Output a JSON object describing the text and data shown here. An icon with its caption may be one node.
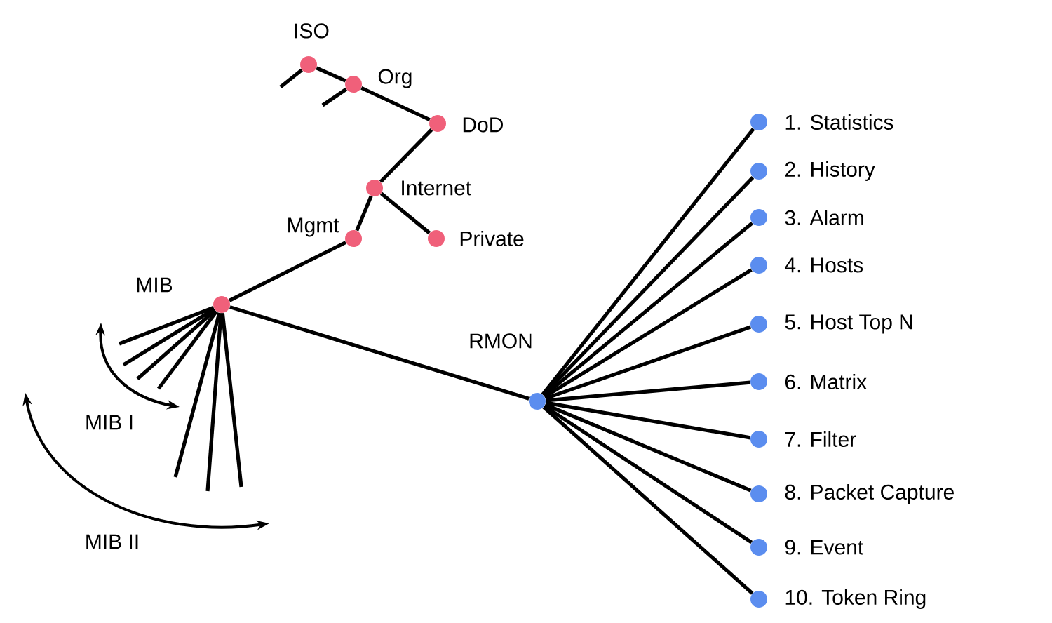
{
  "diagram": {
    "nodes": [
      {
        "text": [
          "ISO"
        ]
      },
      {
        "text": [
          "Org"
        ]
      },
      {
        "text": [
          "DoD"
        ]
      },
      {
        "text": [
          "Internet"
        ]
      },
      {
        "text": [
          "Mgmt"
        ]
      },
      {
        "text": [
          "Private"
        ]
      },
      {
        "text": [
          "MIB"
        ]
      },
      {
        "text": [
          "RMON"
        ]
      },
      {
        "text": [
          "1. Statistics"
        ]
      },
      {
        "text": [
          "2. History"
        ]
      },
      {
        "text": [
          "3. Alarm"
        ]
      },
      {
        "text": [
          "4. Hosts"
        ]
      },
      {
        "text": [
          "5. Host Top N"
        ]
      },
      {
        "text": [
          "6. Matrix"
        ]
      },
      {
        "text": [
          "7. Filter"
        ]
      },
      {
        "text": [
          "8. Packet Capture"
        ]
      },
      {
        "text": [
          "9. Event"
        ]
      },
      {
        "text": [
          "10. Token Ring"
        ]
      }
    ],
    "edges": [
      {
        "from": 0,
        "to": 1,
        "arrow": "none"
      },
      {
        "from": 1,
        "to": 2,
        "arrow": "none"
      },
      {
        "from": 2,
        "to": 3,
        "arrow": "none"
      },
      {
        "from": 3,
        "to": 4,
        "arrow": "none"
      },
      {
        "from": 3,
        "to": 5,
        "arrow": "none"
      },
      {
        "from": 4,
        "to": 6,
        "arrow": "none"
      },
      {
        "from": 6,
        "to": 7,
        "arrow": "none"
      },
      {
        "from": 7,
        "to": 8,
        "arrow": "none"
      },
      {
        "from": 7,
        "to": 9,
        "arrow": "none"
      },
      {
        "from": 7,
        "to": 10,
        "arrow": "none"
      },
      {
        "from": 7,
        "to": 11,
        "arrow": "none"
      },
      {
        "from": 7,
        "to": 12,
        "arrow": "none"
      },
      {
        "from": 7,
        "to": 13,
        "arrow": "none"
      },
      {
        "from": 7,
        "to": 14,
        "arrow": "none"
      },
      {
        "from": 7,
        "to": 15,
        "arrow": "none"
      },
      {
        "from": 7,
        "to": 16,
        "arrow": "none"
      },
      {
        "from": 7,
        "to": 17,
        "arrow": "none"
      },
      {
        "from": 0,
        "to": null,
        "arrow": "none"
      },
      {
        "from": 1,
        "to": null,
        "arrow": "none"
      },
      {
        "from": 6,
        "to": null,
        "arrow": "none"
      },
      {
        "from": 6,
        "to": null,
        "arrow": "none"
      },
      {
        "from": 6,
        "to": null,
        "arrow": "none"
      },
      {
        "from": 6,
        "to": null,
        "arrow": "none"
      },
      {
        "from": 6,
        "to": null,
        "arrow": "none"
      },
      {
        "from": 6,
        "to": null,
        "arrow": "none"
      },
      {
        "from": 6,
        "to": null,
        "arrow": "none"
      }
    ],
    "labels": [
      "MIB I",
      "MIB II"
    ]
  }
}
